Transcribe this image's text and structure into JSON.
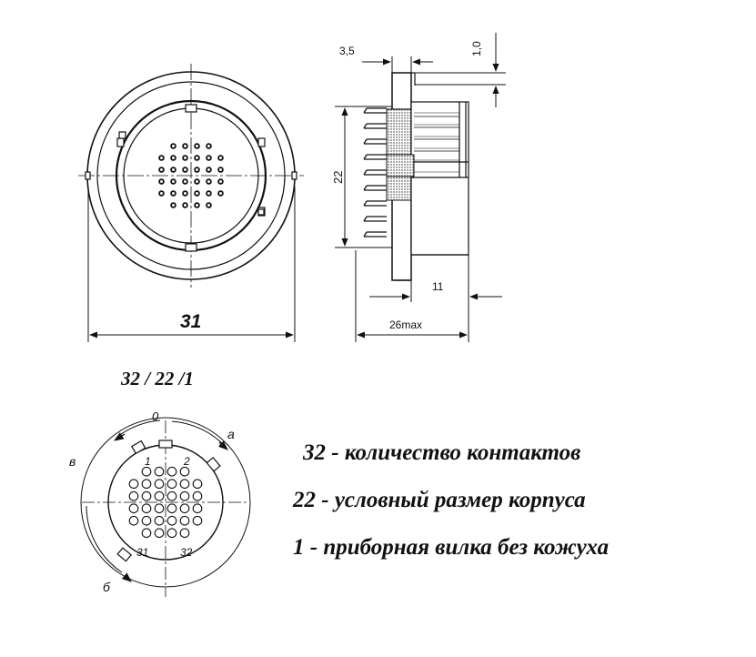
{
  "front_view": {
    "diameter_label": "31"
  },
  "side_view": {
    "dim_flange_thickness": "3,5",
    "dim_flange_step": "1,0",
    "dim_height": "22",
    "dim_body_length": "11",
    "dim_total_length": "26max"
  },
  "layout_scheme": {
    "code": "32 / 22 /1",
    "label_top": "0",
    "label_a": "а",
    "label_b": "б",
    "label_v": "в",
    "contact_1": "1",
    "contact_2": "2",
    "contact_31": "31",
    "contact_32": "32"
  },
  "legend": {
    "line1": "32 - количество контактов",
    "line2": "22 - условный размер корпуса",
    "line3": "1 - приборная вилка без кожуха"
  }
}
